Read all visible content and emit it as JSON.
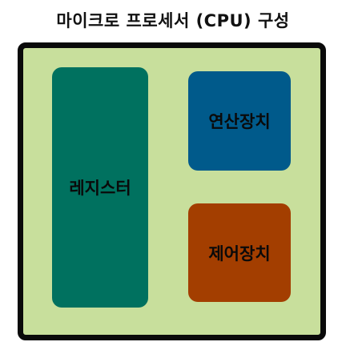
{
  "diagram": {
    "title": "마이크로 프로세서 (CPU) 구성",
    "cpu": {
      "background_color": "#c8df9c",
      "border_color": "#0a0a0a",
      "components": {
        "register": {
          "label": "레지스터",
          "color": "#00715f"
        },
        "alu": {
          "label": "연산장치",
          "color": "#005a8b"
        },
        "control_unit": {
          "label": "제어장치",
          "color": "#a33e00"
        }
      }
    }
  }
}
